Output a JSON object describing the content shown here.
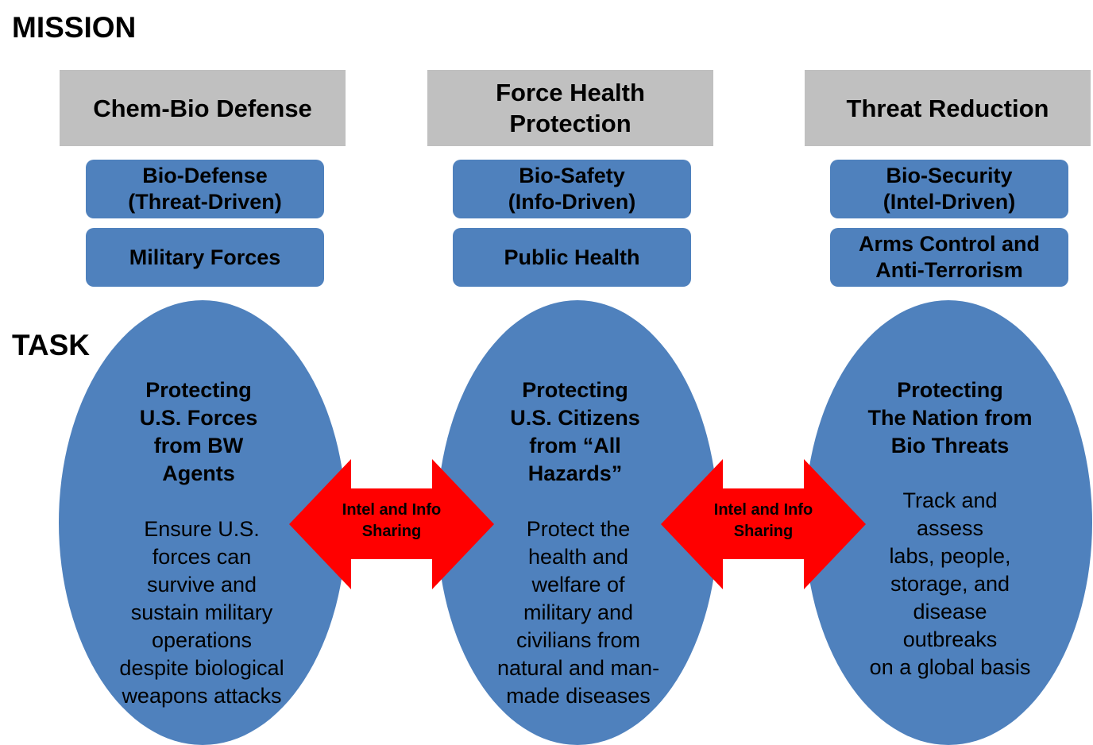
{
  "labels": {
    "mission": "MISSION",
    "task": "TASK"
  },
  "columns": [
    {
      "mission": "Chem-Bio Defense",
      "pill1": "Bio-Defense\n(Threat-Driven)",
      "pill2": "Military Forces",
      "task_title": "Protecting\nU.S. Forces\nfrom BW\nAgents",
      "task_desc": "Ensure U.S.\nforces can\nsurvive and\nsustain military\noperations\ndespite biological\nweapons attacks"
    },
    {
      "mission": "Force Health\nProtection",
      "pill1": "Bio-Safety\n(Info-Driven)",
      "pill2": "Public Health",
      "task_title": "Protecting\nU.S. Citizens\nfrom “All\nHazards”",
      "task_desc": "Protect the\nhealth and\nwelfare of\nmilitary and\ncivilians from\nnatural and man-\nmade diseases"
    },
    {
      "mission": "Threat  Reduction",
      "pill1": "Bio-Security\n(Intel-Driven)",
      "pill2": "Arms Control and\nAnti-Terrorism",
      "task_title": "Protecting\nThe Nation from\nBio Threats",
      "task_desc": "Track and\nassess\nlabs, people,\nstorage, and\ndisease\noutbreaks\non a global basis"
    }
  ],
  "arrows": [
    {
      "label": "Intel and Info\nSharing"
    },
    {
      "label": "Intel and Info\nSharing"
    }
  ],
  "colors": {
    "header_bg": "#c0c0c0",
    "node_blue": "#4f81bd",
    "arrow_red": "#ff0000"
  }
}
